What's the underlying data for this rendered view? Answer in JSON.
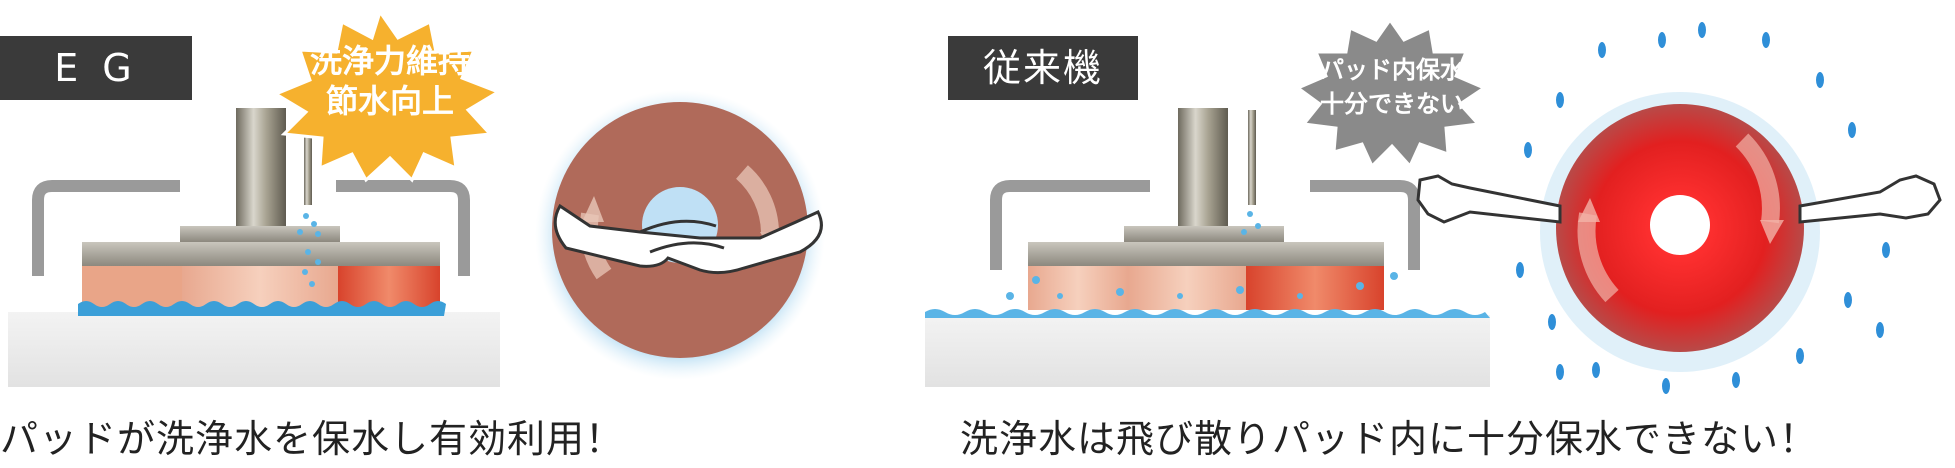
{
  "left_panel": {
    "label": "E G",
    "burst_line1": "洗浄力維持",
    "burst_line2": "節水向上",
    "caption": "パッドが洗浄水を保水し有効利用！"
  },
  "right_panel": {
    "label": "従来機",
    "burst_line1": "パッド内保水",
    "burst_line2": "十分できない",
    "caption": "洗浄水は飛び散りパッド内に十分保水できない！"
  },
  "colors": {
    "label_bg": "#3a3a3a",
    "burst_orange": "#f6b12e",
    "burst_gray": "#8a8a8a",
    "pad_brown": "#b06a5a",
    "pad_red": "#e02020",
    "water_blue": "#5ab4e6",
    "ground": "#ececec"
  }
}
